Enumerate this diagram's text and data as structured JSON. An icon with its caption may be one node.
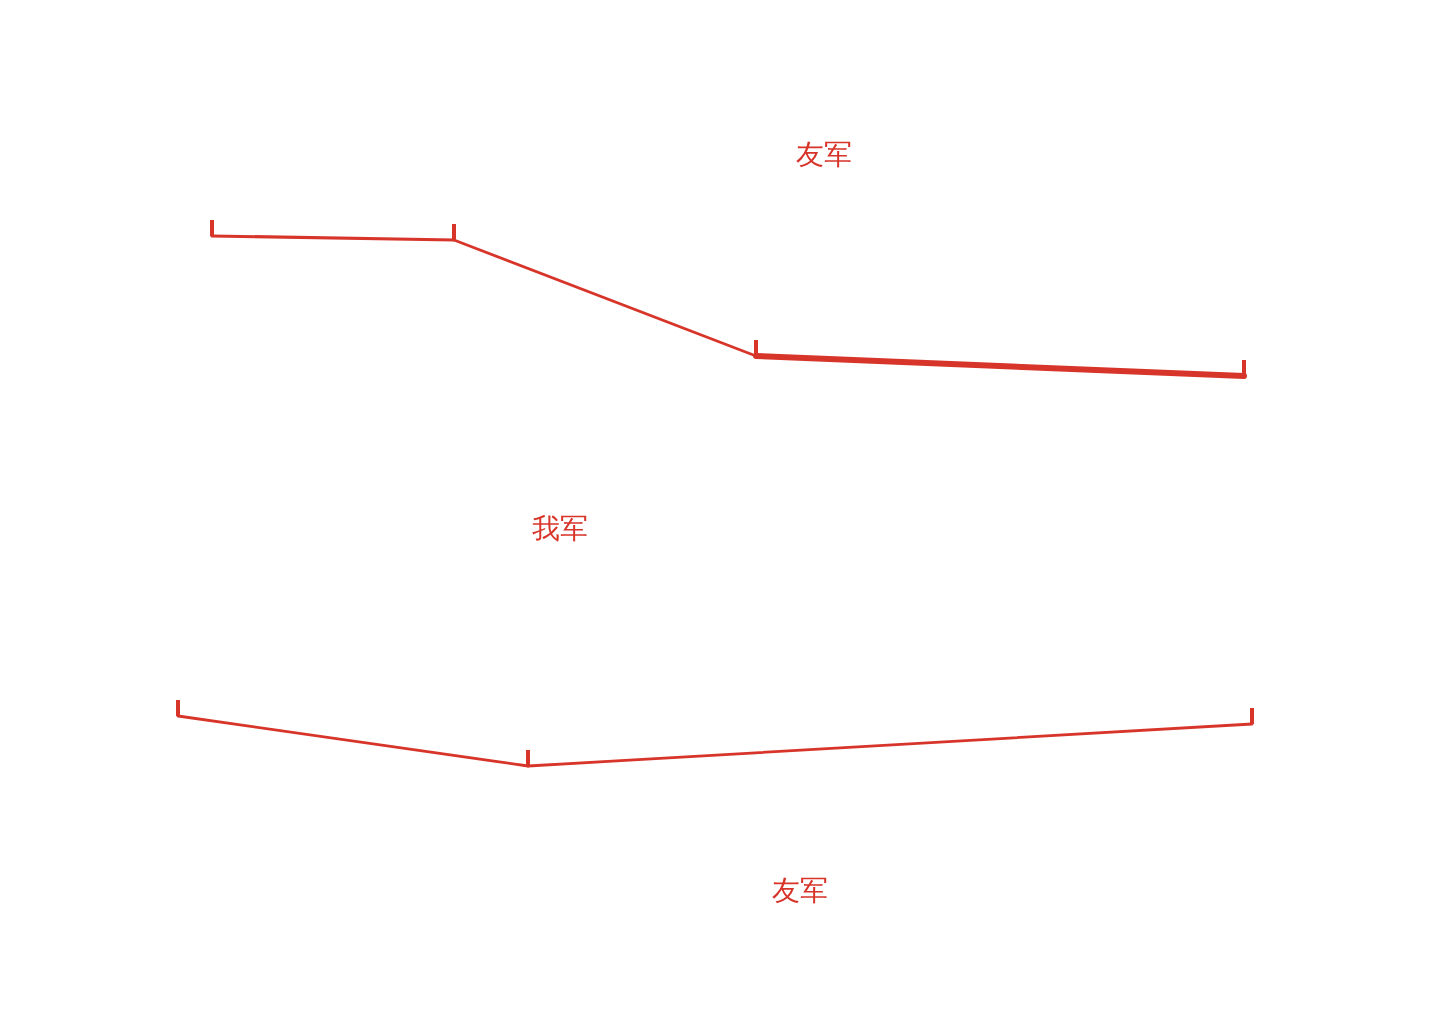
{
  "diagram": {
    "labels": [
      "友军",
      "我军",
      "友军"
    ]
  }
}
